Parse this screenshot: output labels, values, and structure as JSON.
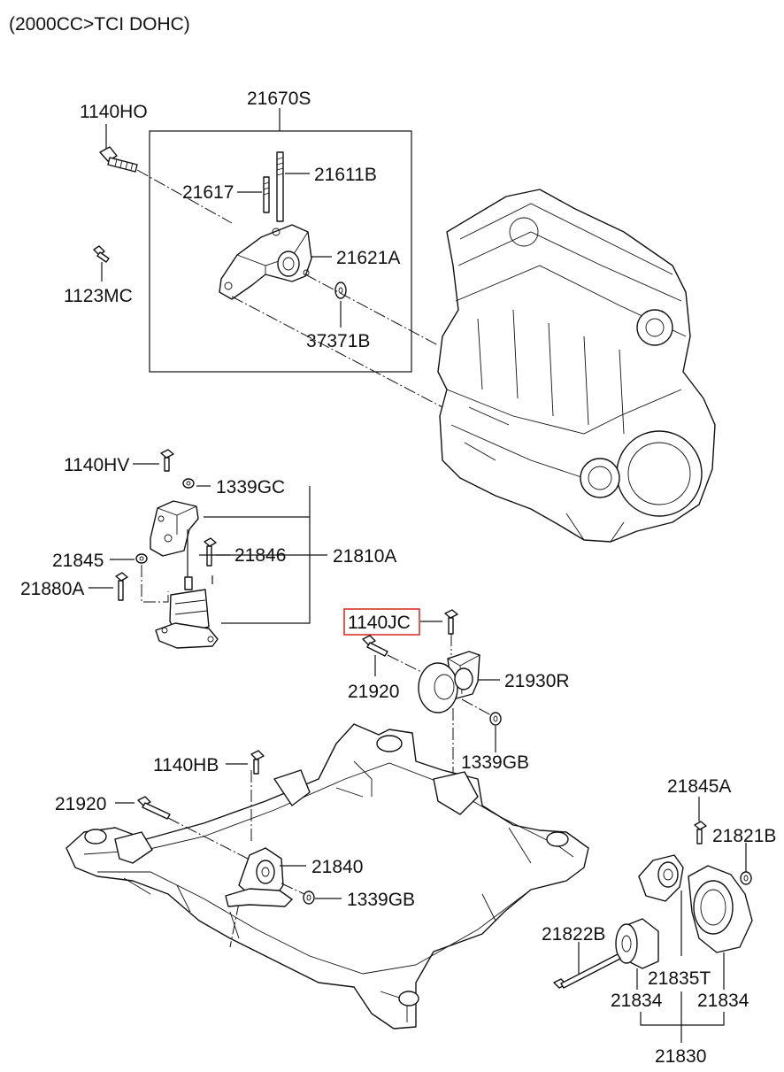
{
  "header": {
    "title": "(2000CC>TCI DOHC)"
  },
  "highlight_color": "#d8322a",
  "labels": {
    "p1140HO": "1140HO",
    "p21670S": "21670S",
    "p21617": "21617",
    "p21611B": "21611B",
    "p21621A": "21621A",
    "p1123MC": "1123MC",
    "p37371B": "37371B",
    "p1140HV": "1140HV",
    "p1339GC": "1339GC",
    "p21845": "21845",
    "p21846": "21846",
    "p21810A": "21810A",
    "p21880A": "21880A",
    "p1140JC": "1140JC",
    "p21920a": "21920",
    "p21930R": "21930R",
    "p1339GBa": "1339GB",
    "p1140HB": "1140HB",
    "p21920b": "21920",
    "p21840": "21840",
    "p1339GBb": "1339GB",
    "p21845A": "21845A",
    "p21821B": "21821B",
    "p21822B": "21822B",
    "p21835T": "21835T",
    "p21834a": "21834",
    "p21834b": "21834",
    "p21830": "21830"
  }
}
